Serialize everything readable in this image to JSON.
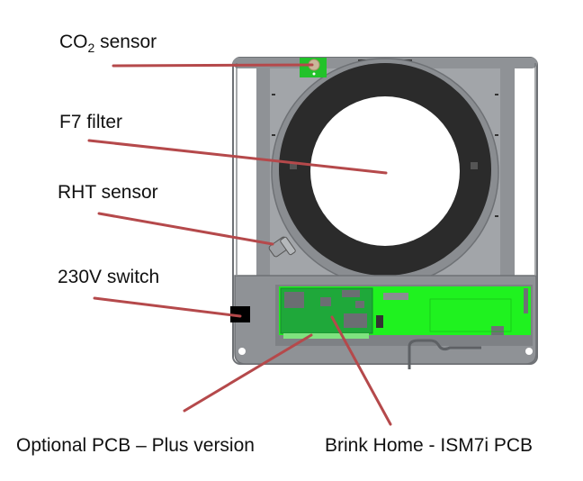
{
  "diagram": {
    "subject": "Ventilation unit internal component layout (top view)",
    "colors": {
      "leader_line": "#b5494b",
      "housing": "#8f9296",
      "housing_dark": "#6e7175",
      "housing_light": "#a7aaae",
      "filter_ring": "#2b2b2b",
      "pcb_main": "#1ff21f",
      "pcb_optional": "#1fa83a",
      "chip": "#7a7d80",
      "switch": "#000000",
      "text": "#111111"
    },
    "labels": {
      "co2_prefix": "CO",
      "co2_subscript": "2",
      "co2_suffix": " sensor",
      "f7_filter": "F7 filter",
      "rht_sensor": "RHT sensor",
      "switch_230v": "230V switch",
      "optional_pcb": "Optional PCB – Plus version",
      "brink_pcb": "Brink Home - ISM7i PCB"
    },
    "callouts": [
      {
        "label": "CO2 sensor",
        "target": "co2-sensor-board"
      },
      {
        "label": "F7 filter",
        "target": "filter-center"
      },
      {
        "label": "RHT sensor",
        "target": "rht-sensor-fitting"
      },
      {
        "label": "230V switch",
        "target": "power-switch"
      },
      {
        "label": "Optional PCB – Plus version",
        "target": "optional-pcb"
      },
      {
        "label": "Brink Home - ISM7i PCB",
        "target": "ism7i-pcb"
      }
    ]
  }
}
